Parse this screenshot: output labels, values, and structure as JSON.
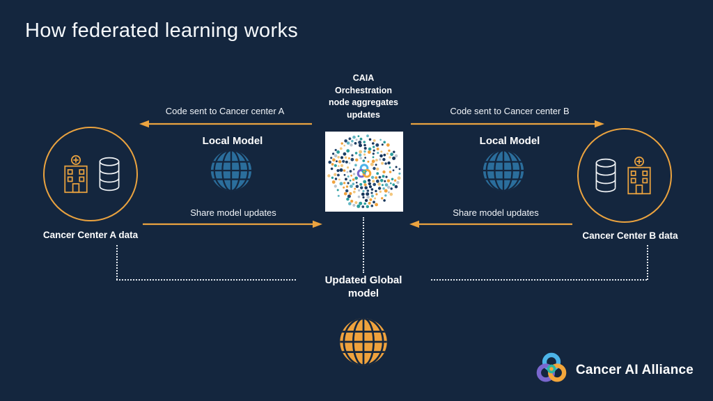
{
  "title": "How federated learning works",
  "colors": {
    "background": "#14263E",
    "accent_orange": "#EBA33F",
    "local_model_blue": "#2B6E9C",
    "global_model_orange": "#EFA23D",
    "text": "#FFFFFF"
  },
  "orchestration": {
    "caption": [
      "CAIA",
      "Orchestration",
      "node aggregates",
      "updates"
    ],
    "icon": "dot-mosaic-node-icon"
  },
  "center_a": {
    "code_arrow_label": "Code sent to Cancer center A",
    "local_model_label": "Local Model",
    "share_arrow_label": "Share  model updates",
    "data_label": "Cancer Center A data",
    "icons": [
      "hospital-icon",
      "database-icon"
    ]
  },
  "center_b": {
    "code_arrow_label": "Code sent to Cancer center B",
    "local_model_label": "Local Model",
    "share_arrow_label": "Share  model updates",
    "data_label": "Cancer Center B data",
    "icons": [
      "database-icon",
      "hospital-icon"
    ]
  },
  "global_model": {
    "label": [
      "Updated Global",
      "model"
    ],
    "icon": "globe-icon"
  },
  "brand": {
    "name": "Cancer AI Alliance",
    "icon": "caia-knot-icon"
  }
}
